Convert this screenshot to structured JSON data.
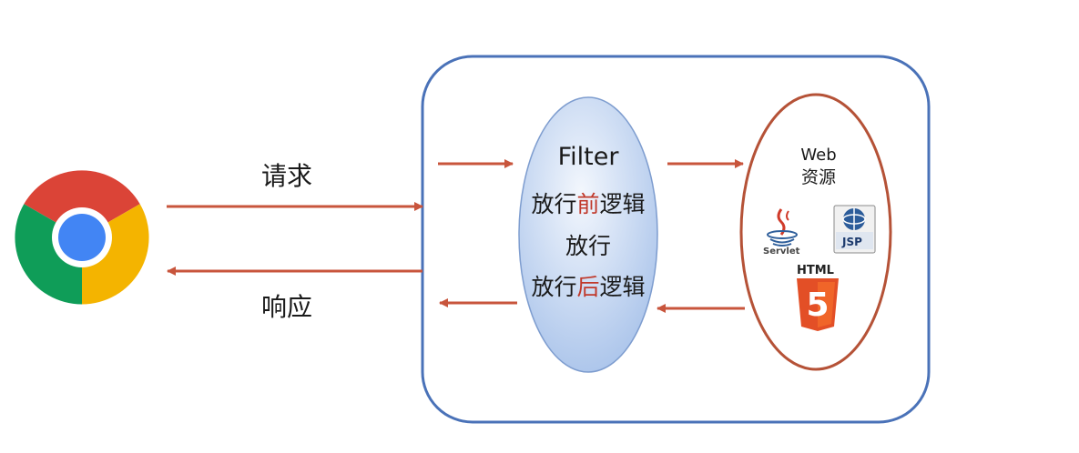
{
  "labels": {
    "request": "请求",
    "response": "响应"
  },
  "filter": {
    "title": "Filter",
    "line1_pre": "放行",
    "line1_hl": "前",
    "line1_post": "逻辑",
    "line2": "放行",
    "line3_pre": "放行",
    "line3_hl": "后",
    "line3_post": "逻辑"
  },
  "web": {
    "title": "Web",
    "subtitle": "资源",
    "servlet_label": "Servlet",
    "jsp_label": "JSP",
    "html_label": "HTML",
    "html_badge": "5"
  },
  "colors": {
    "container_border": "#4a72b8",
    "arrow": "#c8553c",
    "filter_fill_top": "#ecf2fb",
    "filter_fill_bottom": "#aac4ea",
    "web_border": "#b55237",
    "highlight_text": "#c0392b",
    "chrome_red": "#db4437",
    "chrome_yellow": "#f4b400",
    "chrome_green": "#0f9d58",
    "chrome_blue": "#4285f4",
    "html5_orange": "#e34f26"
  },
  "icons": [
    "chrome-browser-icon",
    "java-servlet-icon",
    "jsp-icon",
    "html5-icon"
  ]
}
